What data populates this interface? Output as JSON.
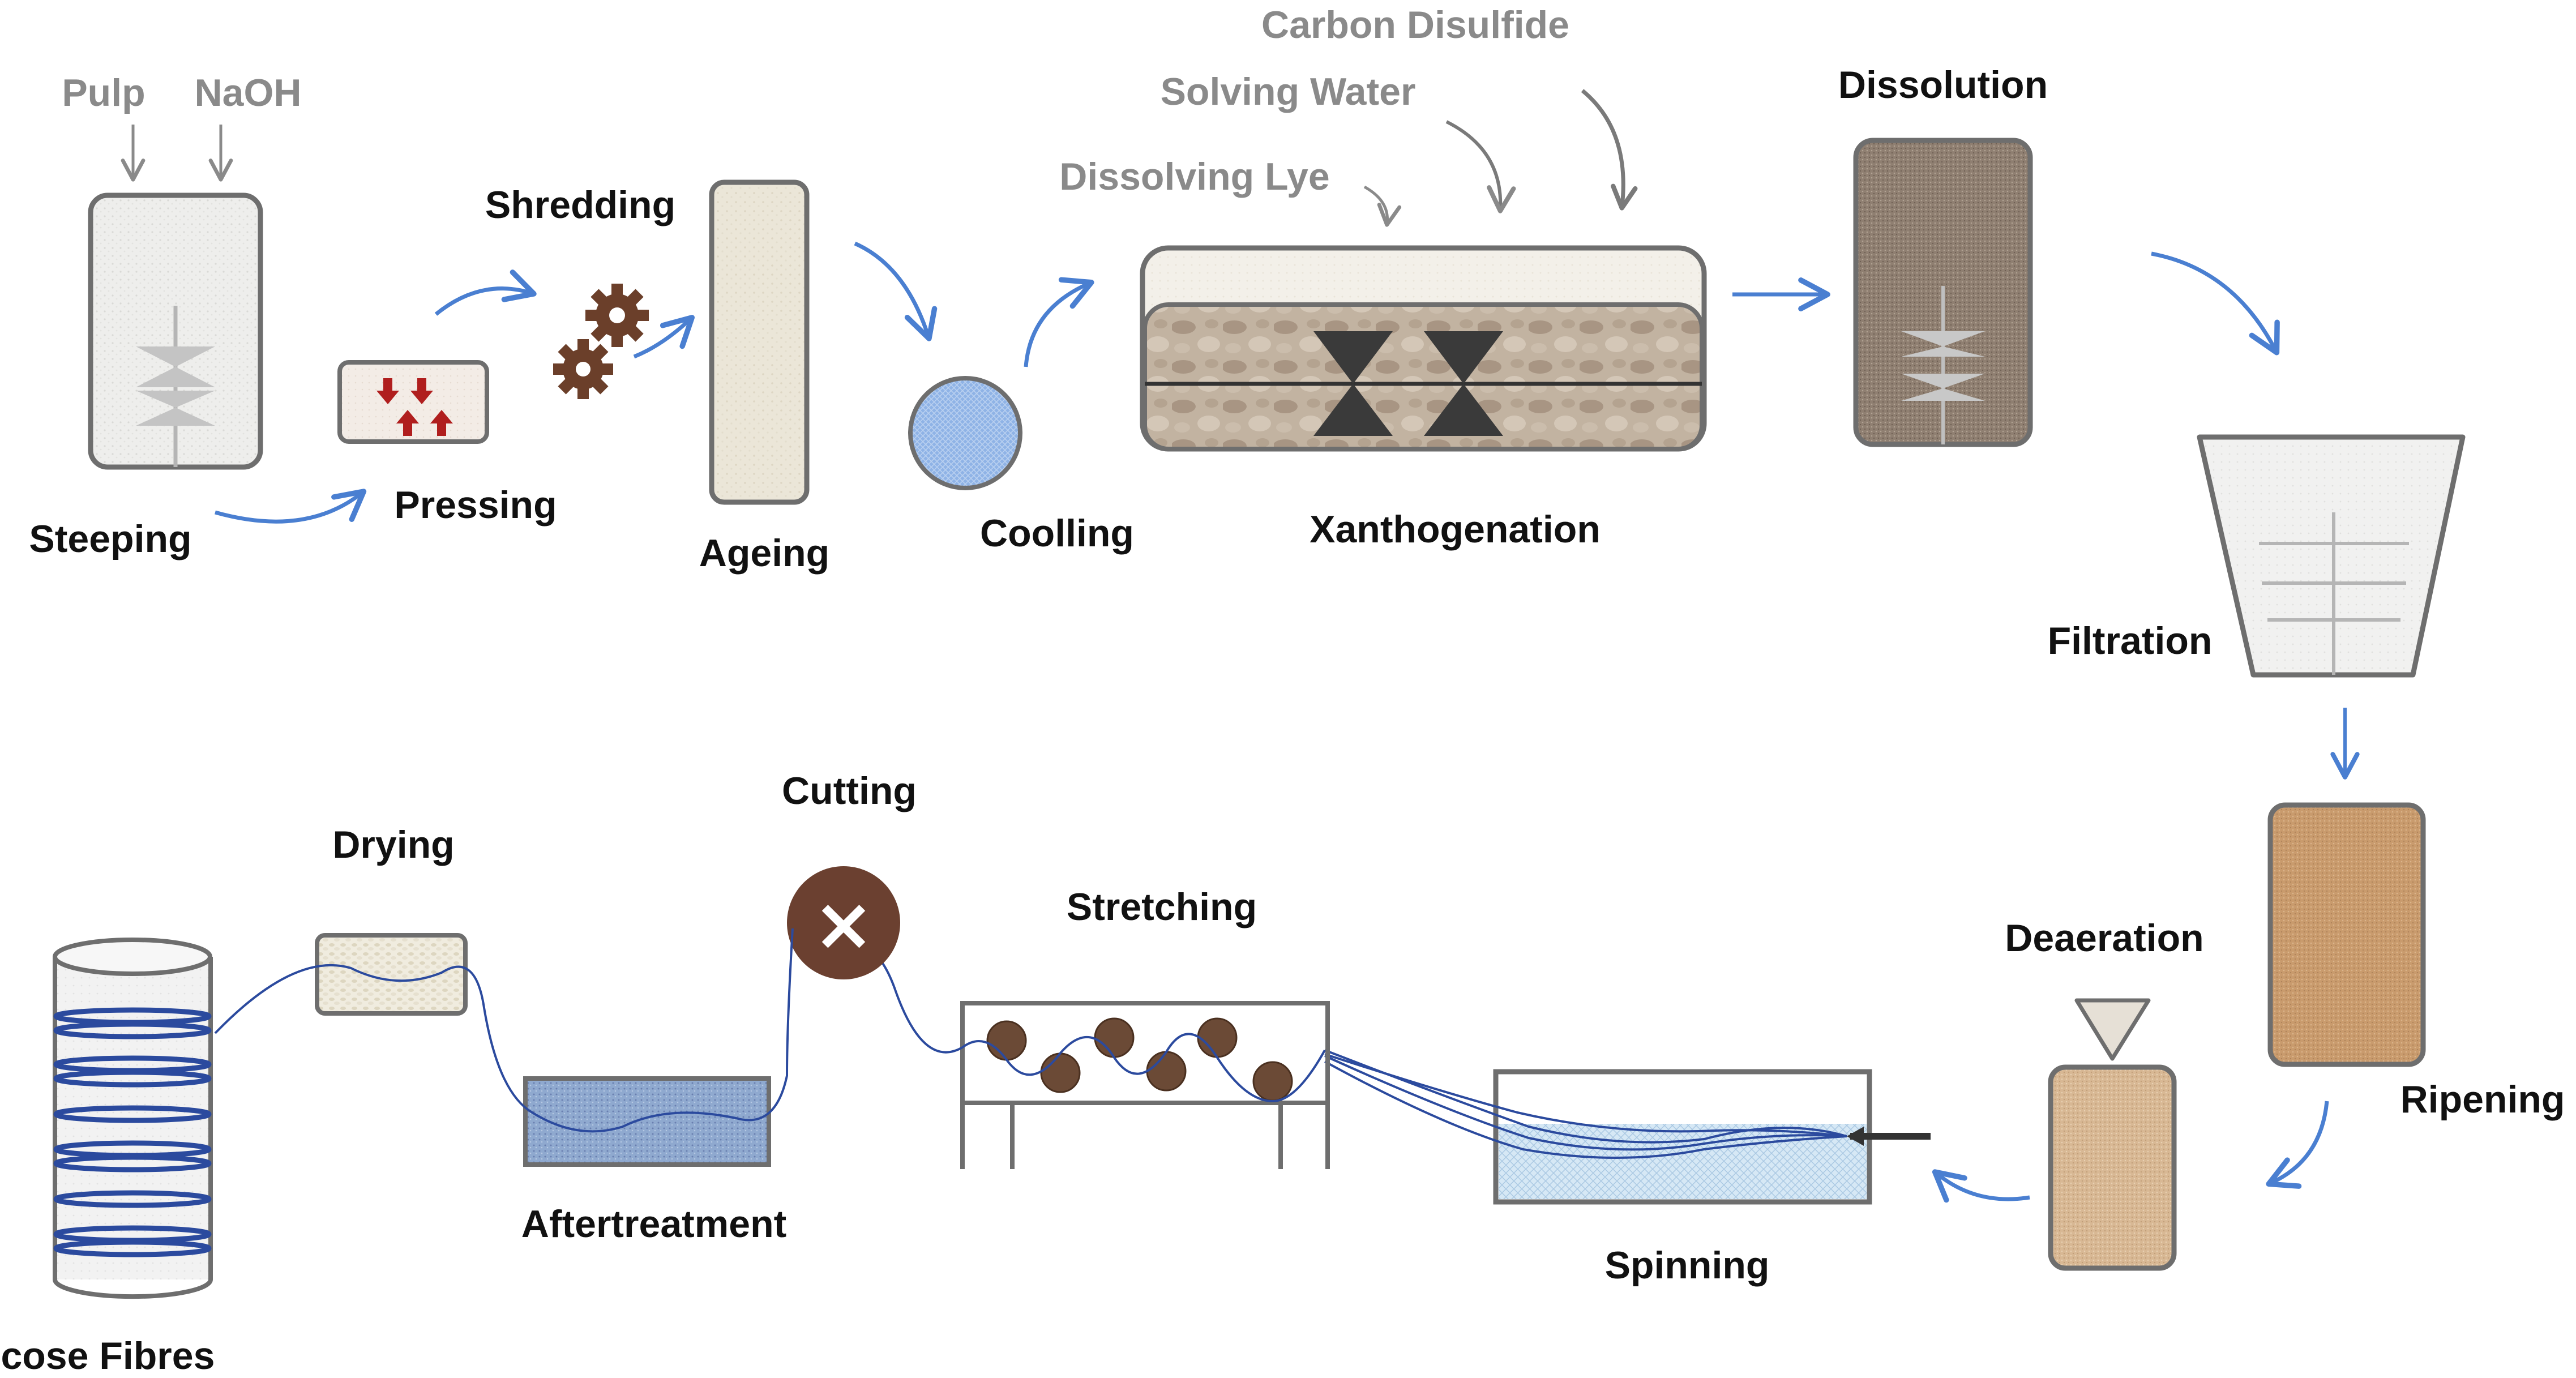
{
  "inputs": {
    "pulp": "Pulp",
    "naoh": "NaOH",
    "carbon_disulfide": "Carbon Disulfide",
    "solving_water": "Solving Water",
    "dissolving_lye": "Dissolving Lye"
  },
  "steps": {
    "steeping": "Steeping",
    "pressing": "Pressing",
    "shredding": "Shredding",
    "ageing": "Ageing",
    "coolling": "Coolling",
    "xanthogenation": "Xanthogenation",
    "dissolution": "Dissolution",
    "filtration": "Filtration",
    "ripening": "Ripening",
    "deaeration": "Deaeration",
    "spinning": "Spinning",
    "stretching": "Stretching",
    "cutting": "Cutting",
    "aftertreatment": "Aftertreatment",
    "drying": "Drying",
    "viscose_fibres": "Viscose Fibres"
  },
  "colors": {
    "flow_arrow": "#4a7fd1",
    "input_arrow": "#8a8a8a",
    "vessel_outline": "#6e6e6e",
    "gear": "#6b3f2a",
    "press_arrow": "#b01e1e",
    "fibre": "#2b4a9e",
    "cutter": "#6b4030",
    "bath": "#cde3f3"
  },
  "icons": {
    "cutting": "×"
  }
}
